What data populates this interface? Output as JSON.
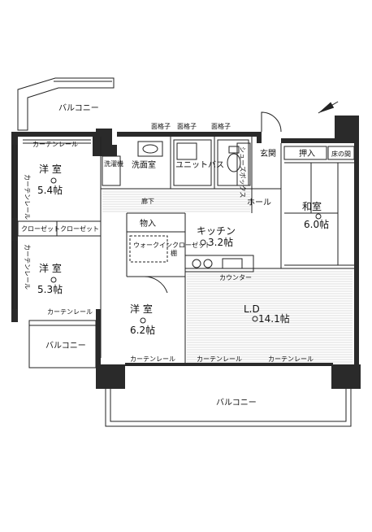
{
  "rooms": {
    "yoshitsu_top": {
      "name": "洋 室",
      "size": "5.4帖"
    },
    "yoshitsu_left": {
      "name": "洋 室",
      "size": "5.3帖"
    },
    "yoshitsu_mid": {
      "name": "洋 室",
      "size": "6.2帖"
    },
    "washitsu": {
      "name": "和室",
      "size": "6.0帖"
    },
    "kitchen": {
      "name": "キッチン",
      "size": "3.2帖"
    },
    "ld": {
      "name": "L.D",
      "size": "14.1帖"
    }
  },
  "labels": {
    "balcony_top": "バルコニー",
    "balcony_left": "バルコニー",
    "balcony_bottom": "バルコニー",
    "curtain_rail_top": "カーテンレール",
    "curtain_rail_vertical_top": "カーテンレール",
    "curtain_rail_vertical_left": "カーテンレール",
    "curtain_rail_left_bottom": "カーテンレール",
    "curtain_rail_mid": "カーテンレール",
    "curtain_rail_ld_1": "カーテンレール",
    "curtain_rail_ld_2": "カーテンレール",
    "closet_1": "クローゼット",
    "closet_2": "クローゼット",
    "washroom": "洗面室",
    "laundry": "洗濯機",
    "unit_bath": "ユニットバス",
    "corridor": "廊下",
    "storage": "物入",
    "walk_in_closet": "ウォークインクローゼット",
    "hall": "ホール",
    "entrance": "玄関",
    "oshiire": "押入",
    "tokonoma": "床の間",
    "counter": "カウンター",
    "shoe_box": "シューズボックス",
    "grille_1": "面格子",
    "grille_2": "面格子",
    "grille_3": "面格子",
    "shelf": "棚"
  },
  "icons": {
    "compass": "north-arrow-icon"
  }
}
